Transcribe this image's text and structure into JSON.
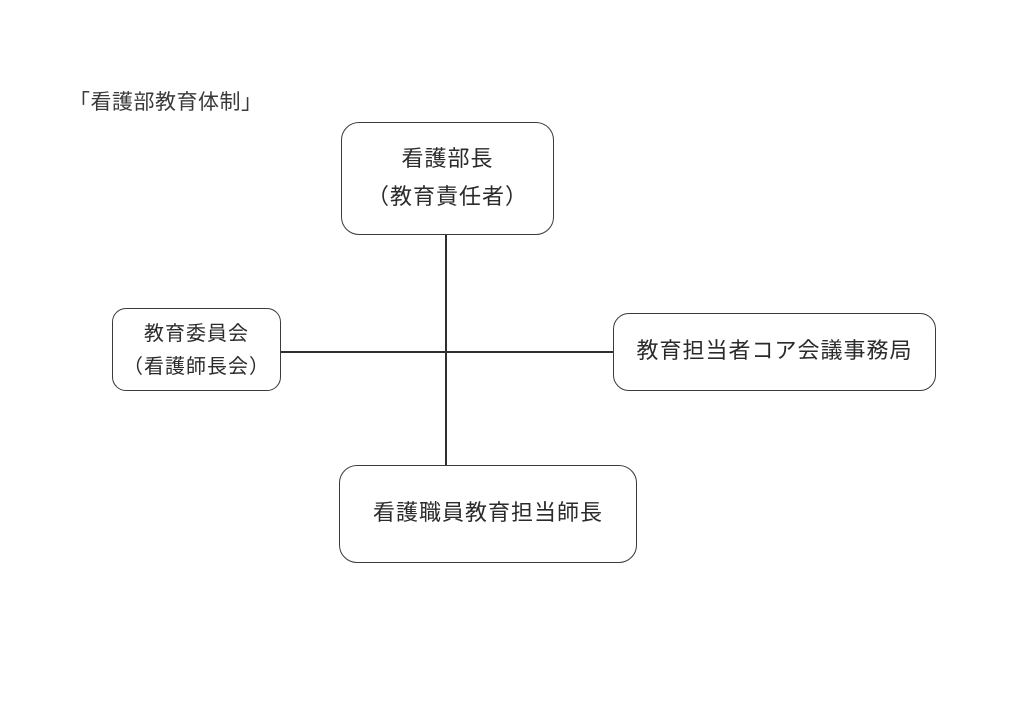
{
  "page": {
    "title": "「看護部教育体制」",
    "background_color": "#ffffff",
    "line_color": "#2f2f2f",
    "border_color": "#3b3b3b",
    "text_color": "#2b2b2b"
  },
  "chart_data": {
    "type": "diagram",
    "title": "「看護部教育体制」",
    "nodes": [
      {
        "id": "director",
        "lines": [
          "看護部長",
          "（教育責任者）"
        ],
        "position": "top-center"
      },
      {
        "id": "committee",
        "lines": [
          "教育委員会",
          "（看護師長会）"
        ],
        "position": "middle-left"
      },
      {
        "id": "core-office",
        "lines": [
          "教育担当者コア会議事務局"
        ],
        "position": "middle-right"
      },
      {
        "id": "education-manager",
        "lines": [
          "看護職員教育担当師長"
        ],
        "position": "bottom-center"
      }
    ],
    "edges": [
      {
        "from": "director",
        "to": "education-manager",
        "style": "solid",
        "orientation": "vertical"
      },
      {
        "from": "committee",
        "to": "core-office",
        "style": "solid",
        "orientation": "horizontal"
      }
    ]
  },
  "nodes": {
    "director": {
      "line1": "看護部長",
      "line2": "（教育責任者）"
    },
    "committee": {
      "line1": "教育委員会",
      "line2": "（看護師長会）"
    },
    "core_office": {
      "line1": "教育担当者コア会議事務局"
    },
    "education_manager": {
      "line1": "看護職員教育担当師長"
    }
  }
}
